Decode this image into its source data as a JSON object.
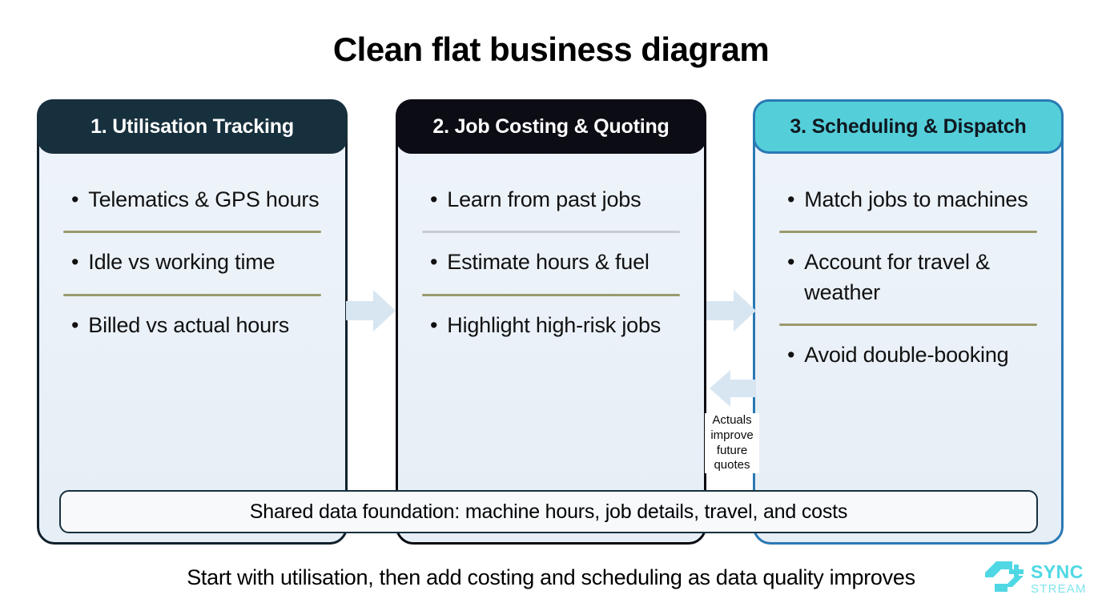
{
  "page": {
    "title": "Clean flat business diagram",
    "background": "#ffffff"
  },
  "colors": {
    "card_body": "#eef4fa",
    "header_navy": "#17303d",
    "header_black": "#0c0c14",
    "header_teal": "#54cfda",
    "border_blue": "#2a79b4",
    "divider_olive": "#9a9a6b",
    "divider_grey": "#c8ccd2",
    "arrow_blue": "#d8e6f2",
    "brand_cyan": "#4fd8e4"
  },
  "cards": [
    {
      "header": "1. Utilisation Tracking",
      "bullets": [
        "Telematics & GPS hours",
        "Idle vs working time",
        "Billed vs actual hours"
      ],
      "dividers": [
        "olive",
        "olive"
      ]
    },
    {
      "header": "2. Job Costing & Quoting",
      "bullets": [
        "Learn from past jobs",
        "Estimate hours & fuel",
        "Highlight high-risk jobs"
      ],
      "dividers": [
        "grey",
        "olive"
      ]
    },
    {
      "header": "3. Scheduling & Dispatch",
      "bullets": [
        "Match jobs to machines",
        "Account for travel & weather",
        "Avoid double-booking"
      ],
      "dividers": [
        "olive",
        "olive"
      ]
    }
  ],
  "connectors": {
    "forward_1_2": "arrow-right",
    "forward_2_3": "arrow-right",
    "feedback_3_2": "arrow-left",
    "feedback_caption": "Actuals improve future quotes"
  },
  "foundation": {
    "text": "Shared data foundation: machine hours, job details, travel, and costs"
  },
  "footer": {
    "caption": "Start with utilisation, then add costing and scheduling as data quality improves"
  },
  "brand": {
    "word_top": "SYNC",
    "word_bottom": "STREAM"
  }
}
